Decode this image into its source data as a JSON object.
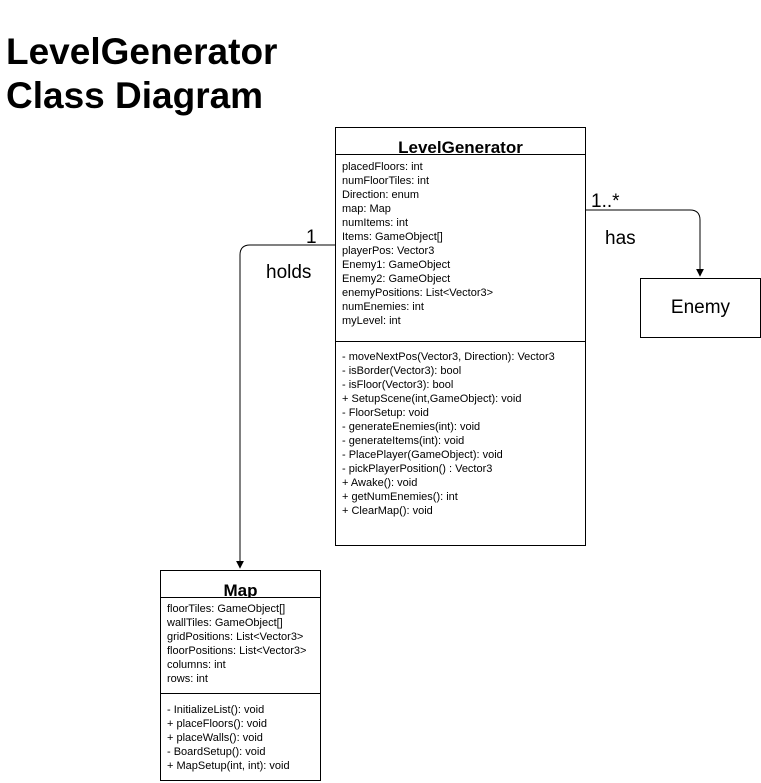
{
  "title": {
    "line1": "LevelGenerator",
    "line2": "Class Diagram"
  },
  "classes": {
    "level_generator": {
      "name": "LevelGenerator",
      "attributes": [
        "placedFloors: int",
        "numFloorTiles: int",
        "Direction: enum",
        "map: Map",
        "numItems: int",
        "Items: GameObject[]",
        "playerPos: Vector3",
        "Enemy1: GameObject",
        "Enemy2: GameObject",
        "enemyPositions: List<Vector3>",
        "numEnemies: int",
        "myLevel: int"
      ],
      "operations": [
        "- moveNextPos(Vector3, Direction): Vector3",
        "- isBorder(Vector3): bool",
        "- isFloor(Vector3): bool",
        "+ SetupScene(int,GameObject): void",
        "- FloorSetup: void",
        "- generateEnemies(int): void",
        "- generateItems(int): void",
        "- PlacePlayer(GameObject): void",
        "- pickPlayerPosition() : Vector3",
        "+ Awake(): void",
        "+ getNumEnemies(): int",
        "+ ClearMap(): void"
      ]
    },
    "map": {
      "name": "Map",
      "attributes": [
        "floorTiles: GameObject[]",
        "wallTiles: GameObject[]",
        "gridPositions: List<Vector3>",
        "floorPositions: List<Vector3>",
        "columns: int",
        "rows: int"
      ],
      "operations": [
        "- InitializeList(): void",
        "+ placeFloors(): void",
        "+ placeWalls(): void",
        "- BoardSetup(): void",
        "+ MapSetup(int, int): void"
      ]
    },
    "enemy": {
      "name": "Enemy"
    }
  },
  "relations": {
    "holds": {
      "label": "holds",
      "multiplicity": "1"
    },
    "has": {
      "label": "has",
      "multiplicity": "1..*"
    }
  }
}
